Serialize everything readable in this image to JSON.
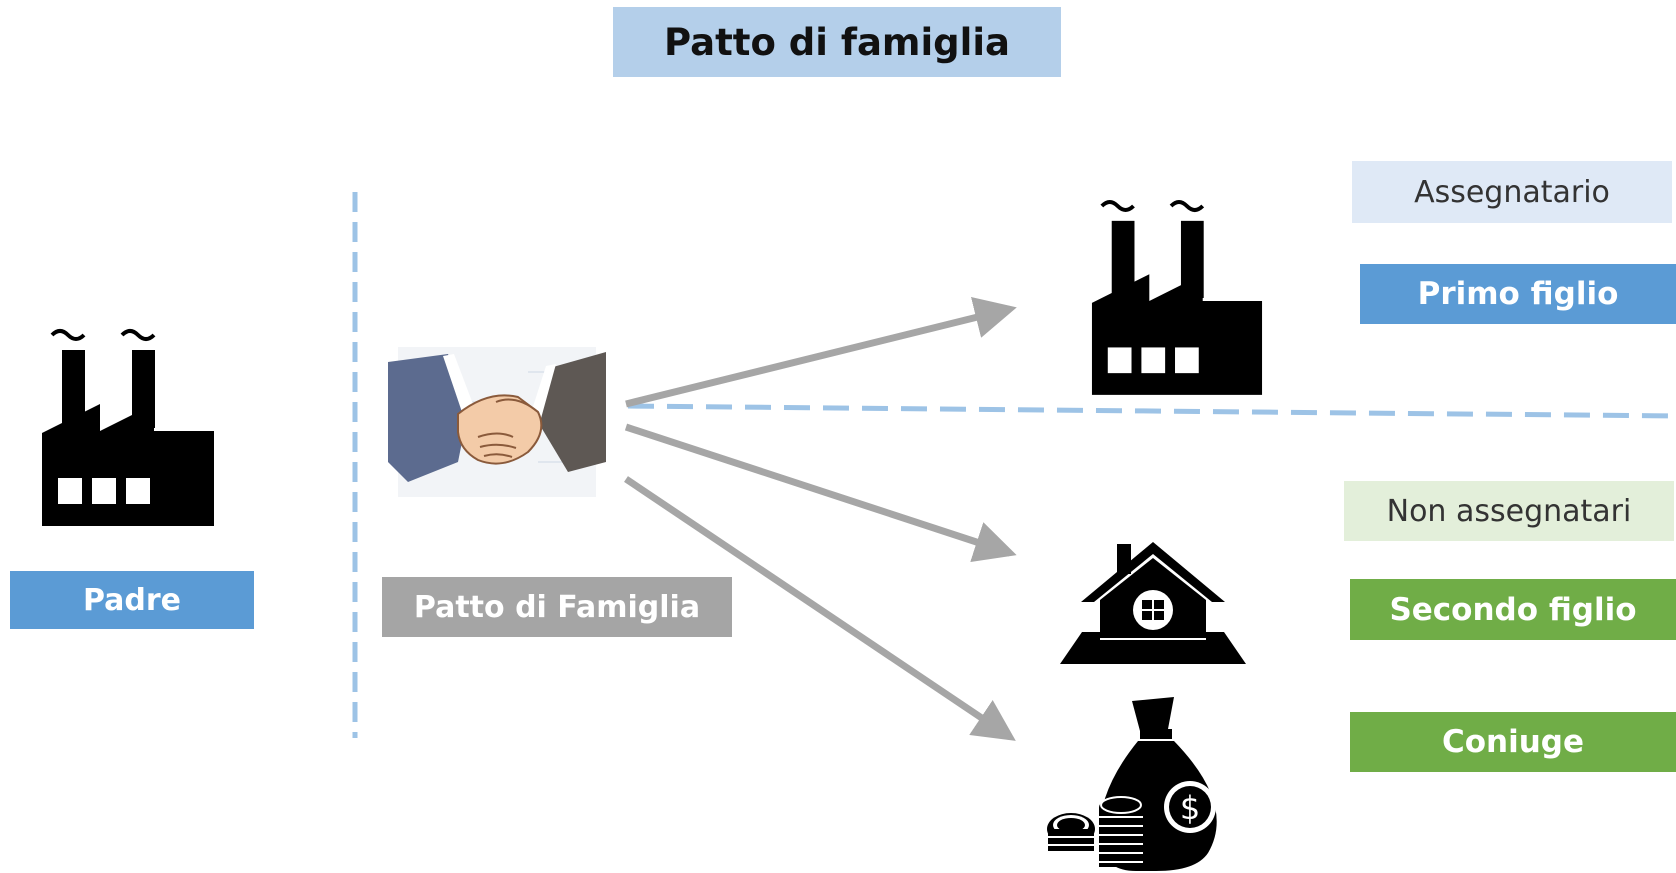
{
  "title": "Patto di famiglia",
  "padre_label": "Padre",
  "patto_label": "Patto di Famiglia",
  "assegnatario_label": "Assegnatario",
  "primo_figlio_label": "Primo figlio",
  "non_assegnatari_label": "Non assegnatari",
  "secondo_figlio_label": "Secondo figlio",
  "coniuge_label": "Coniuge",
  "icons": {
    "padre": "factory-icon",
    "patto": "handshake-icon",
    "primo_figlio": "factory-icon",
    "secondo_figlio": "house-icon",
    "coniuge": "money-bag-icon"
  },
  "colors": {
    "title_bg": "#b4cfea",
    "blue": "#5b9bd5",
    "gray": "#a5a5a5",
    "green": "#70ad47",
    "assegnatario_bg": "#dfe9f6",
    "non_assegnatari_bg": "#e3efda",
    "dashed_line": "#9dc3e6",
    "arrow": "#a6a6a6"
  }
}
